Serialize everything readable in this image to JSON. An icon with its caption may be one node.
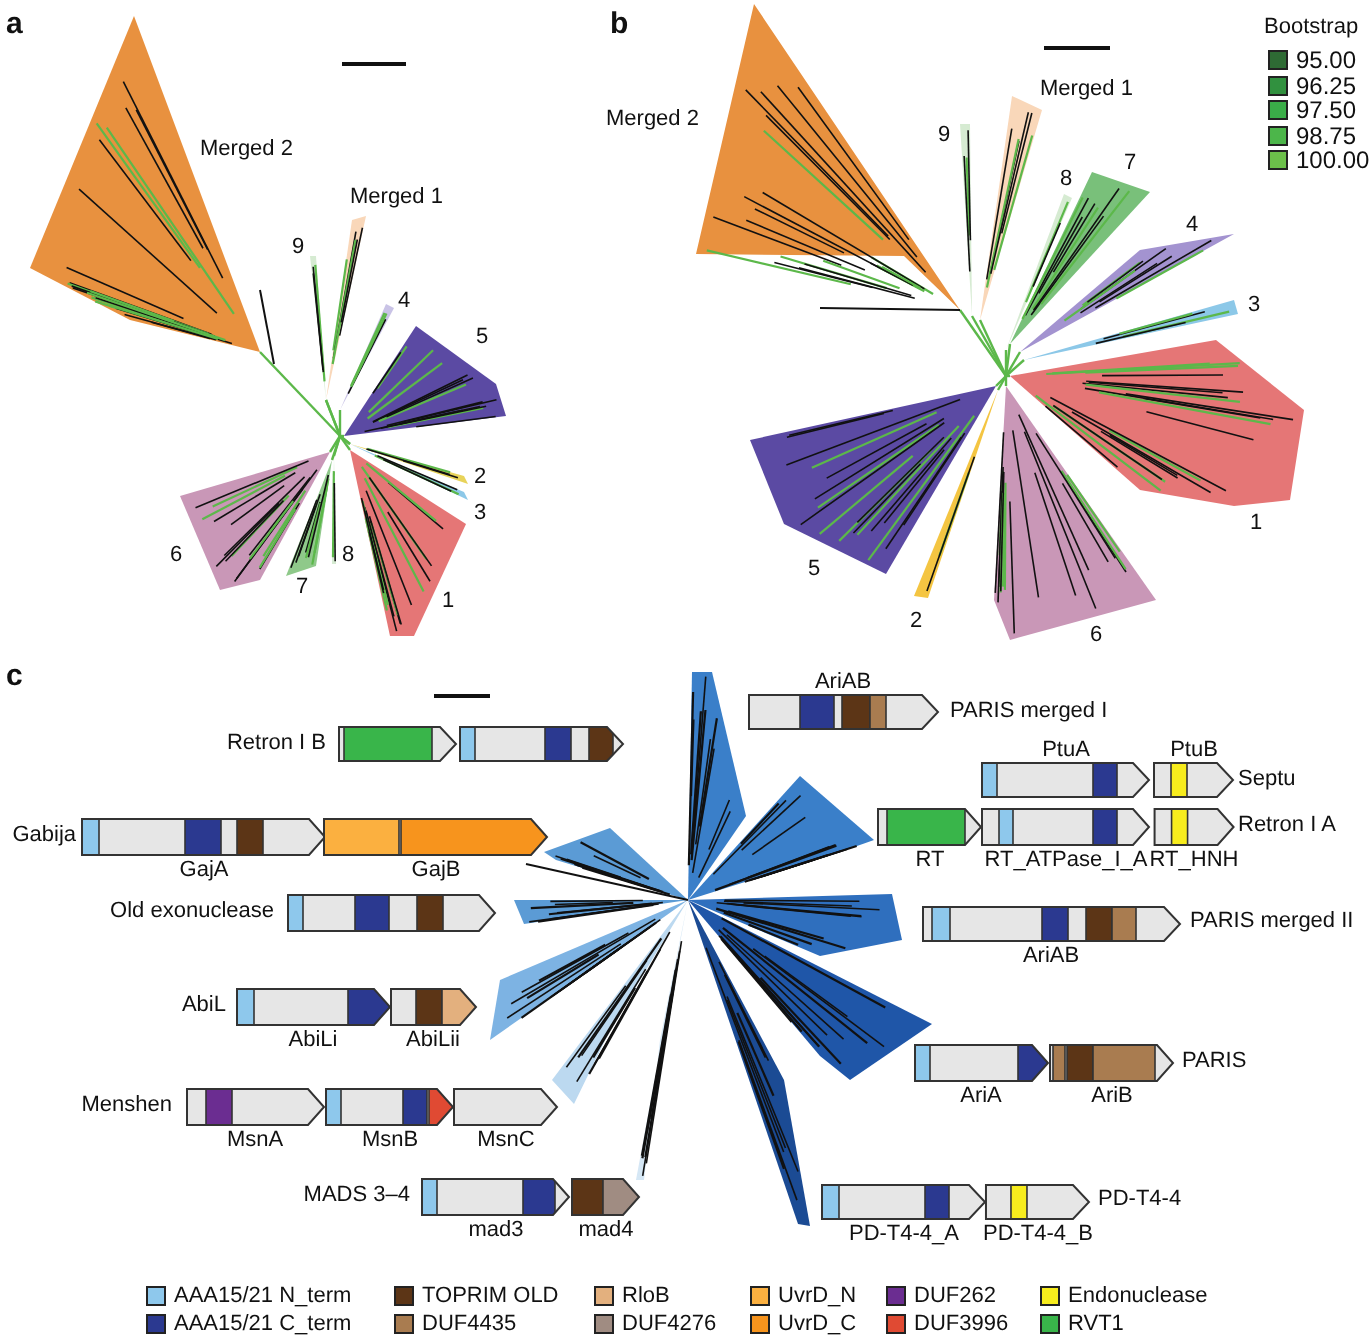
{
  "diagram": {
    "nodes": [
      {
        "text": [],
        "shape": "arrow"
      },
      {
        "text": [],
        "shape": "arrow"
      },
      {
        "text": [
          "AriAB"
        ]
      },
      {
        "text": [
          "GajA"
        ]
      },
      {
        "text": [
          "GajB"
        ]
      },
      {
        "text": [
          "PtuA"
        ]
      },
      {
        "text": [
          "PtuB"
        ]
      },
      {
        "text": [
          "RT"
        ]
      },
      {
        "text": [
          "RT_ATPase_I_A"
        ]
      },
      {
        "text": [
          "RT_HNH"
        ]
      },
      {
        "text": [],
        "shape": "arrow"
      },
      {
        "text": [
          "AriAB"
        ]
      },
      {
        "text": [
          "AbiLi"
        ]
      },
      {
        "text": [
          "AbiLii"
        ]
      },
      {
        "text": [
          "AriA"
        ]
      },
      {
        "text": [
          "AriB"
        ]
      },
      {
        "text": [
          "MsnA"
        ]
      },
      {
        "text": [
          "MsnB"
        ]
      },
      {
        "text": [
          "MsnC"
        ]
      },
      {
        "text": [
          "mad3"
        ]
      },
      {
        "text": [
          "mad4"
        ]
      },
      {
        "text": [
          "PD-T4-4_A"
        ]
      },
      {
        "text": [
          "PD-T4-4_B"
        ]
      }
    ],
    "labels": [
      "a",
      "Merged 2",
      "Merged 1",
      "9",
      "4",
      "5",
      "2",
      "3",
      "6",
      "7",
      "8",
      "1",
      "b",
      "Bootstrap",
      "Merged 2",
      "Merged 1",
      "9",
      "8",
      "7",
      "4",
      "3",
      "1",
      "5",
      "2",
      "6",
      "c",
      "Retron I B",
      "PARIS merged I",
      "Septu",
      "Gabija",
      "Retron I A",
      "Old exonuclease",
      "PARIS merged II",
      "AbiL",
      "PARIS",
      "Menshen",
      "PD-T4-4",
      "MADS 3–4"
    ],
    "legend": [
      {
        "text": "95.00",
        "color": "#2e6b34"
      },
      {
        "text": "96.25",
        "color": "#31913f"
      },
      {
        "text": "97.50",
        "color": "#3aad48"
      },
      {
        "text": "98.75",
        "color": "#4cb64a"
      },
      {
        "text": "100.00",
        "color": "#6cc04a"
      },
      {
        "text": "AAA15/21 N_term",
        "color": "#8ec8ec"
      },
      {
        "text": "TOPRIM OLD",
        "color": "#5c3516"
      },
      {
        "text": "RloB",
        "color": "#e3b07e"
      },
      {
        "text": "UvrD_N",
        "color": "#fbb040"
      },
      {
        "text": "DUF262",
        "color": "#6b2d91"
      },
      {
        "text": "Endonuclease",
        "color": "#f7ec1d"
      },
      {
        "text": "AAA15/21 C_term",
        "color": "#2b3990"
      },
      {
        "text": "DUF4435",
        "color": "#a97c50"
      },
      {
        "text": "DUF4276",
        "color": "#a08c82"
      },
      {
        "text": "UvrD_C",
        "color": "#f7941d"
      },
      {
        "text": "DUF3996",
        "color": "#e04a33"
      },
      {
        "text": "RVT1",
        "color": "#39b54a"
      }
    ]
  }
}
